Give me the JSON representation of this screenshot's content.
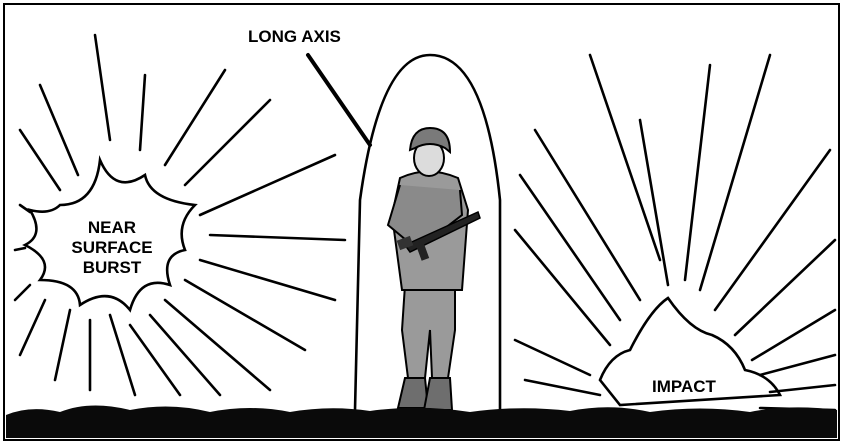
{
  "labels": {
    "long_axis": "LONG AXIS",
    "near_surface_burst": [
      "NEAR",
      "SURFACE",
      "BURST"
    ],
    "impact": "IMPACT"
  },
  "colors": {
    "ink": "#000000",
    "background": "#ffffff",
    "figure_fill": "#9a9a9a",
    "figure_dark": "#6e6e6e",
    "ground": "#0a0a0a"
  },
  "icons": [
    "soldier-figure",
    "rifle-icon",
    "helmet-icon"
  ]
}
